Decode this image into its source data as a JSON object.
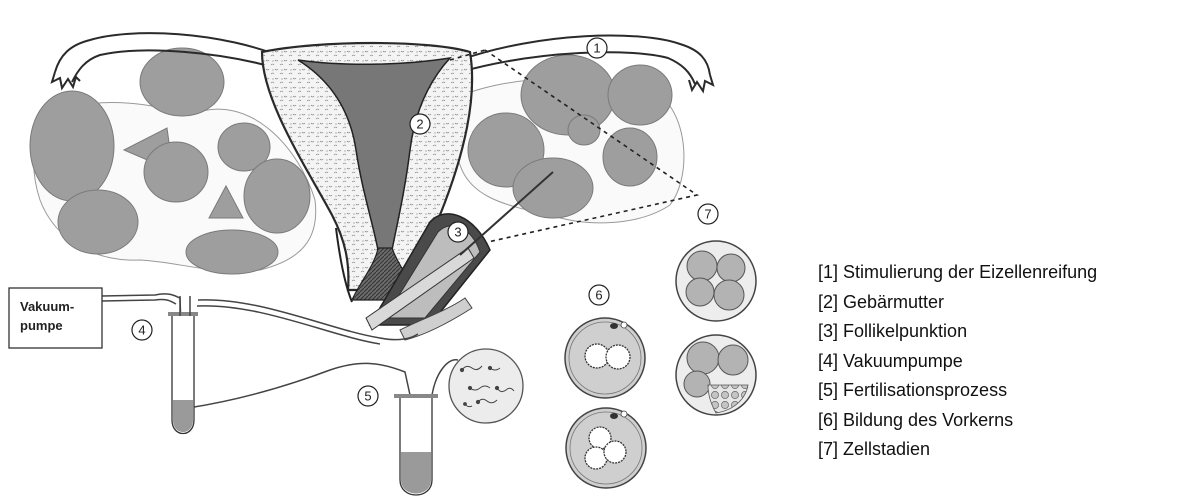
{
  "pump_box": {
    "line1": "Vakuum-",
    "line2": "pumpe"
  },
  "markers": [
    "1",
    "2",
    "3",
    "4",
    "5",
    "6",
    "7"
  ],
  "legend": [
    "[1] Stimulierung der Eizellenreifung",
    "[2] Gebärmutter",
    "[3] Follikelpunktion",
    "[4] Vakuumpumpe",
    "[5] Fertilisationsprozess",
    "[6] Bildung des Vorkerns",
    "[7] Zellstadien"
  ],
  "colors": {
    "follicle": "#9e9e9e",
    "outline": "#2a2a2a",
    "uterus_dark": "#555555",
    "stipple": "#e9e9e9"
  }
}
